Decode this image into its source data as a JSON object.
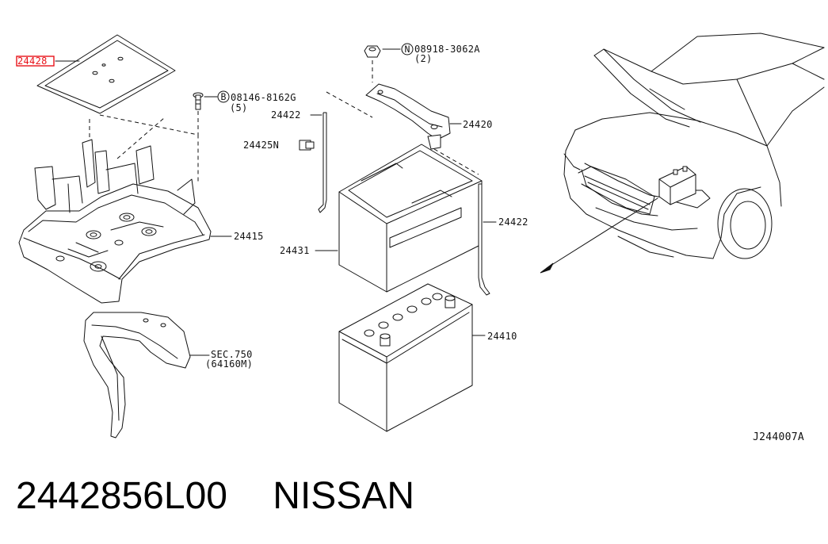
{
  "diagram": {
    "parts": {
      "p24428": "24428",
      "p24415": "24415",
      "p24422a": "24422",
      "p24425N": "24425N",
      "p24420": "24420",
      "p24422b": "24422",
      "p24431": "24431",
      "p24410": "24410",
      "sec750": "SEC.750",
      "sec750_sub": "(64160M)",
      "bolt_b_code": "08146-8162G",
      "bolt_b_qty": "(5)",
      "bolt_b_symbol": "B",
      "nut_n_code": "08918-3062A",
      "nut_n_qty": "(2)",
      "nut_n_symbol": "N"
    },
    "drawing_id": "J244007A",
    "highlight_color": "#e8141b"
  },
  "footer": {
    "part_number": "2442856L00",
    "brand": "NISSAN"
  }
}
